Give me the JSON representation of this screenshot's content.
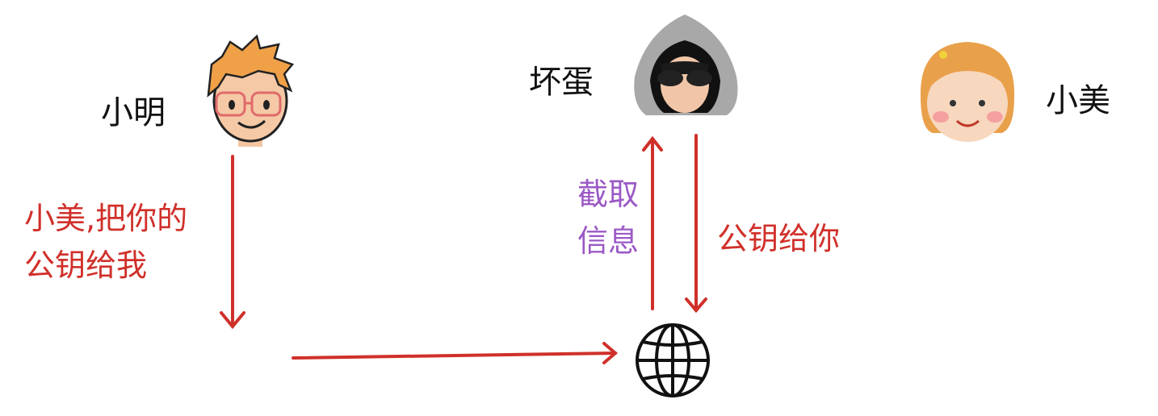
{
  "actors": {
    "xiaoming": {
      "name": "小明"
    },
    "badguy": {
      "name": "坏蛋"
    },
    "xiaomei": {
      "name": "小美"
    }
  },
  "messages": {
    "request": {
      "line1": "小美,把你的",
      "line2": "公钥给我"
    },
    "intercept": {
      "line1": "截取",
      "line2": "信息"
    },
    "fake_reply": {
      "text": "公钥给你"
    }
  },
  "icons": {
    "network": "globe-icon"
  },
  "colors": {
    "arrow": "#d0302a",
    "request_text": "#d0302a",
    "intercept_text": "#9b59c6",
    "reply_text": "#d0302a"
  }
}
